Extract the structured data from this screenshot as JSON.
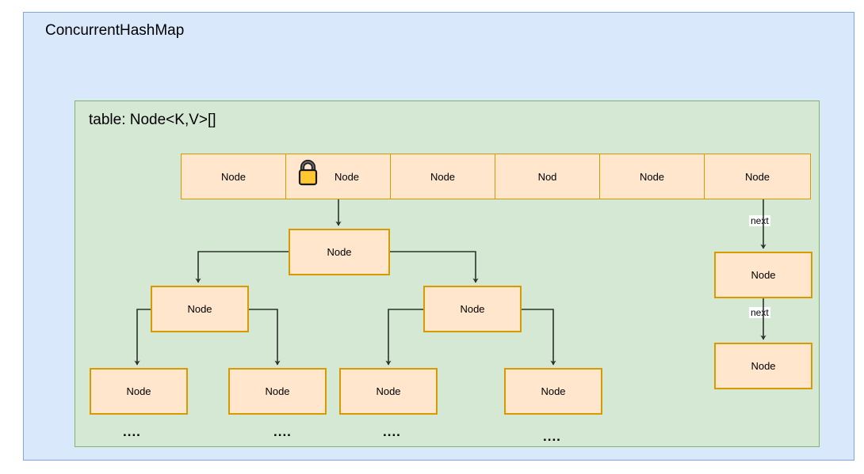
{
  "diagram": {
    "outer": {
      "title": "ConcurrentHashMap",
      "fill": "#dae8fc",
      "stroke": "#7ea6e0"
    },
    "table_container": {
      "title": "table: Node<K,V>[]",
      "fill": "#d5e8d4",
      "stroke": "#82b366"
    },
    "node_style": {
      "fill": "#ffe6cc",
      "stroke": "#d79b00"
    },
    "bucket_row": {
      "cells": [
        {
          "label": "Node",
          "has_lock": false
        },
        {
          "label": "Node",
          "has_lock": true
        },
        {
          "label": "Node",
          "has_lock": false
        },
        {
          "label": "Nod",
          "has_lock": false
        },
        {
          "label": "Node",
          "has_lock": false
        },
        {
          "label": "Node",
          "has_lock": false
        }
      ]
    },
    "tree": {
      "root": {
        "label": "Node"
      },
      "level2": [
        {
          "label": "Node"
        },
        {
          "label": "Node"
        }
      ],
      "leaves": [
        {
          "label": "Node"
        },
        {
          "label": "Node"
        },
        {
          "label": "Node"
        },
        {
          "label": "Node"
        }
      ],
      "ellipses": [
        "....",
        "....",
        "....",
        "...."
      ]
    },
    "linked_list": {
      "nodes": [
        {
          "label": "Node"
        },
        {
          "label": "Node"
        }
      ],
      "edge_labels": [
        "next",
        "next"
      ]
    },
    "lock_icon": {
      "name": "lock-icon",
      "body_color": "#ffc832",
      "shackle_color": "#1a1a1a"
    }
  }
}
